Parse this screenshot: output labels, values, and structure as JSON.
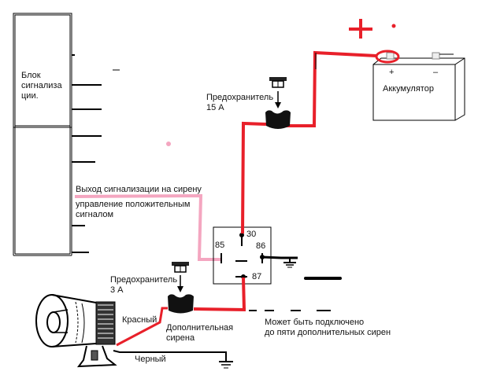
{
  "alarm_unit": {
    "label_lines": [
      "Блок",
      "сигнализа",
      "ции."
    ]
  },
  "alarm_output": {
    "title": "Выход сигнализации на сирену",
    "desc_lines": [
      "управление положительным",
      "сигналом"
    ]
  },
  "fuse_main": {
    "label_lines": [
      "Предохранитель",
      "15 А"
    ]
  },
  "fuse_siren": {
    "label_lines": [
      "Предохранитель",
      "3 А"
    ]
  },
  "battery": {
    "label": "Аккумулятор",
    "plus": "+",
    "minus": "–",
    "big_plus": "+"
  },
  "relay": {
    "pins": {
      "p30": "30",
      "p85": "85",
      "p86": "86",
      "p87": "87"
    }
  },
  "siren": {
    "red_wire": "Красный",
    "black_wire": "Черный",
    "label_lines": [
      "Дополнительная",
      "сирена"
    ]
  },
  "note": {
    "lines": [
      "Может быть подключено",
      "до пяти дополнительных сирен"
    ]
  },
  "colors": {
    "positive_wire": "#e8202a",
    "control_wire": "#f4a6c0",
    "ground_wire": "#000000"
  }
}
